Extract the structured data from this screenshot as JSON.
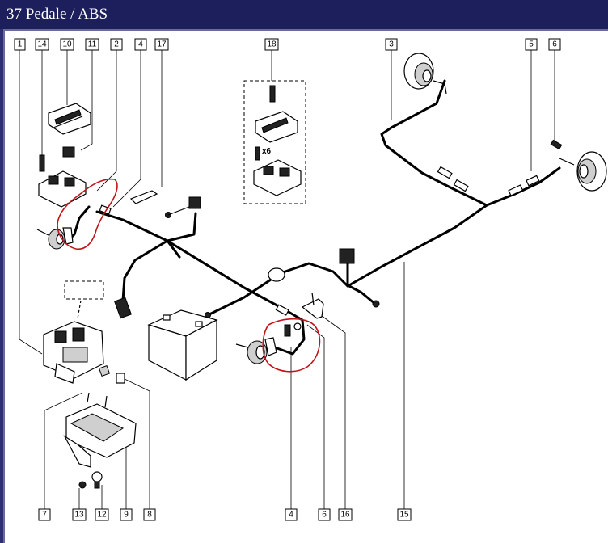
{
  "window": {
    "title": "37 Pedale / ABS"
  },
  "diagram": {
    "labels_top": [
      "1",
      "14",
      "10",
      "11",
      "2",
      "4",
      "17",
      "18",
      "3",
      "5",
      "6"
    ],
    "labels_bottom": [
      "7",
      "13",
      "12",
      "9",
      "8",
      "4",
      "6",
      "16",
      "15"
    ],
    "quantity_note": "x6",
    "battery_plus": "+",
    "colors": {
      "background": "#ffffff",
      "title_bar": "#1d1e5c",
      "highlight": "#c0141a"
    }
  }
}
